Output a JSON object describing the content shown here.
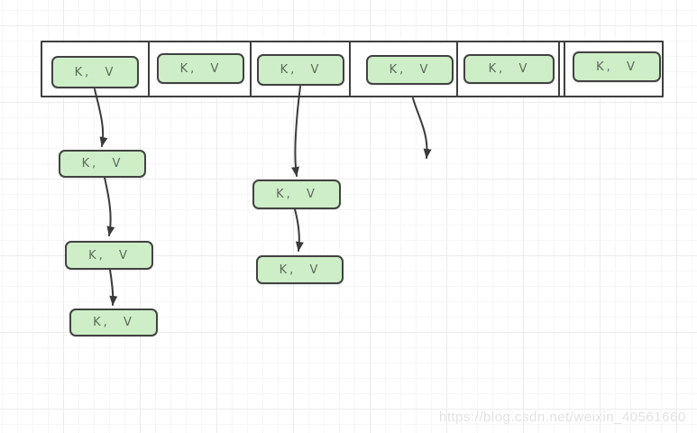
{
  "diagram": {
    "kind": "hash-table-buckets-with-linked-chains",
    "buckets": [
      {
        "label": "K, V",
        "chain": [
          {
            "label": "K, V"
          },
          {
            "label": "K, V"
          },
          {
            "label": "K, V"
          }
        ]
      },
      {
        "label": "K, V",
        "chain": []
      },
      {
        "label": "K, V",
        "chain": [
          {
            "label": "K, V"
          },
          {
            "label": "K, V"
          }
        ]
      },
      {
        "label": "K, V",
        "chain": [],
        "dangling_arrow": true
      },
      {
        "label": "K, V",
        "chain": []
      },
      {
        "label": "K, V",
        "chain": []
      }
    ],
    "colors": {
      "node_fill": "#cdeec6",
      "node_border": "#424242",
      "node_text": "#5b6b5e",
      "array_border": "#3f3f3f",
      "arrow": "#3a3a3a",
      "grid_minor": "#f6f6f6",
      "grid_major": "#ececec",
      "background": "#ffffff",
      "watermark_text": "#e2e2e2"
    }
  },
  "watermark": {
    "text": "https://blog.csdn.net/weixin_40561660"
  }
}
